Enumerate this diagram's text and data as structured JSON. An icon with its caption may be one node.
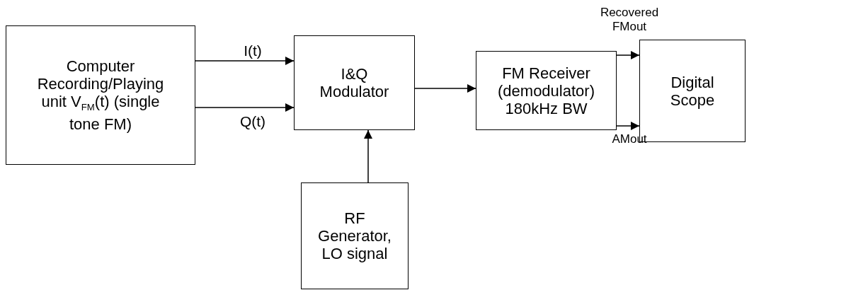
{
  "diagram": {
    "nodes": [
      {
        "text": [
          "Computer Recording/Playing unit V$_{FM}$(t) (single tone FM)"
        ]
      },
      {
        "text": [
          "I&Q Modulator"
        ]
      },
      {
        "text": [
          "RF Generator, LO signal"
        ]
      },
      {
        "text": [
          "FM Receiver (demodulator) 180kHz BW"
        ]
      },
      {
        "text": [
          "Digital Scope"
        ]
      }
    ],
    "edges": [
      {
        "from": 0,
        "to": 1,
        "arrow": "to",
        "label": "I(t)"
      },
      {
        "from": 0,
        "to": 1,
        "arrow": "to",
        "label": "Q(t)"
      },
      {
        "from": 2,
        "to": 1,
        "arrow": "to"
      },
      {
        "from": 1,
        "to": 3,
        "arrow": "to"
      },
      {
        "from": 3,
        "to": 4,
        "arrow": "to",
        "label": "Recovered FMout"
      },
      {
        "from": 3,
        "to": 4,
        "arrow": "to",
        "label": "AMout"
      }
    ]
  }
}
